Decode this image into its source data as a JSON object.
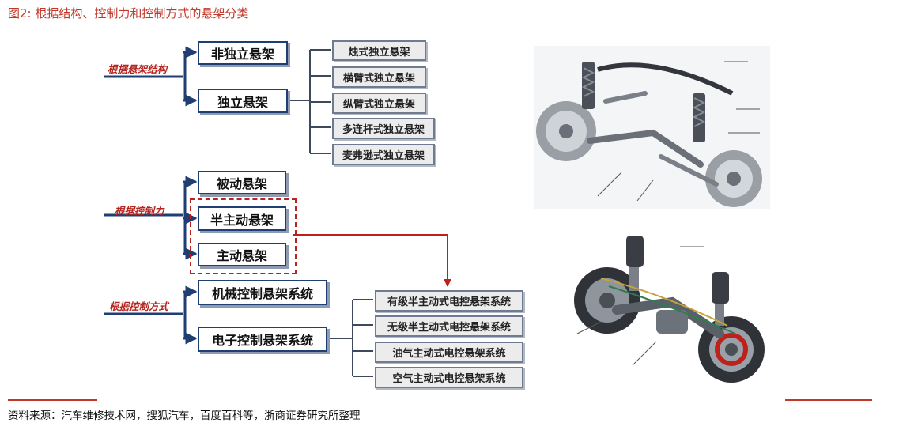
{
  "figure": {
    "title": "图2:  根据结构、控制力和控制方式的悬架分类",
    "source": "资料来源：汽车维修技术网，搜狐汽车，百度百科等，浙商证券研究所整理"
  },
  "categories": {
    "structure": "根据悬架结构",
    "control_force": "根据控制力",
    "control_method": "根据控制方式"
  },
  "structure": {
    "non_independent": "非独立悬架",
    "independent": "独立悬架",
    "independent_types": [
      "烛式独立悬架",
      "横臂式独立悬架",
      "纵臂式独立悬架",
      "多连杆式独立悬架",
      "麦弗逊式独立悬架"
    ]
  },
  "control_force": {
    "passive": "被动悬架",
    "semi_active": "半主动悬架",
    "active": "主动悬架"
  },
  "control_method": {
    "mechanical": "机械控制悬架系统",
    "electronic": "电子控制悬架系统",
    "electronic_types": [
      "有级半主动式电控悬架系统",
      "无级半主动式电控悬架系统",
      "油气主动式电控悬架系统",
      "空气主动式电控悬架系统"
    ]
  },
  "colors": {
    "accent_red": "#b5241f",
    "box_border_navy": "#1f3f73",
    "sub_box_fill": "#ececec"
  }
}
